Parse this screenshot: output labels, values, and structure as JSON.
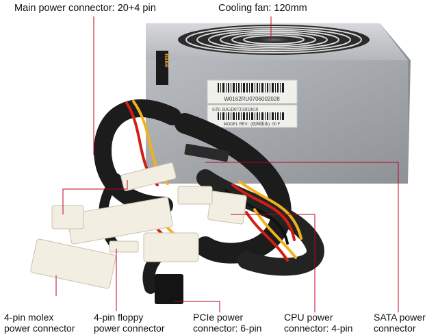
{
  "labels": {
    "main_power": "Main power connector: 20+4 pin",
    "cooling_fan": "Cooling fan: 120mm",
    "molex": {
      "line1": "4-pin molex",
      "line2": "power connector"
    },
    "floppy": {
      "line1": "4-pin floppy",
      "line2": "power connector"
    },
    "pcie": {
      "line1": "PCIe power",
      "line2": "connector: 6-pin"
    },
    "cpu": {
      "line1": "CPU power",
      "line2": "connector: 4-pin"
    },
    "sata": {
      "line1": "SATA power",
      "line2": "connector"
    }
  },
  "psu_label_text": {
    "serial_top": "W0162RU0706002028",
    "serial": "S/N: BJGD0725002059",
    "model_rev": "MODEL REV.: (机种版本): 00 F",
    "brand_tag": "ltake"
  },
  "colors": {
    "leader_line": "#c0001a",
    "case": "#a9adb2",
    "cable_sleeve": "#1c1c1c",
    "wire_red": "#d11f14",
    "wire_yellow": "#f2b21c",
    "connector": "#f3eee2"
  }
}
